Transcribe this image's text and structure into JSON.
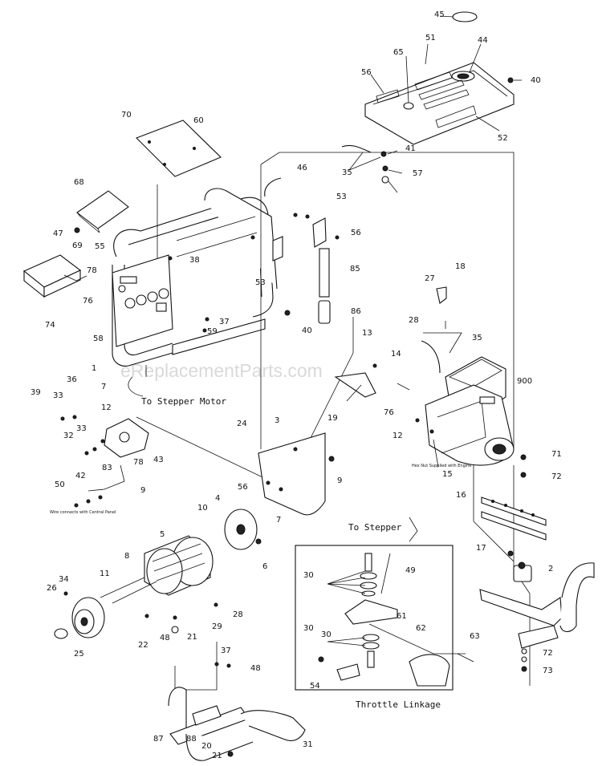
{
  "watermark": "eReplacementParts.com",
  "notes": {
    "to_stepper_motor": "To Stepper Motor",
    "wire_connects": "Wire connects with Central Panel",
    "hex_nut": "Hex Nut Supplied with Engine",
    "to_stepper": "To Stepper",
    "throttle_linkage": "Throttle Linkage"
  },
  "callouts": [
    "45",
    "51",
    "44",
    "65",
    "56",
    "40",
    "70",
    "60",
    "41",
    "57",
    "35",
    "52",
    "46",
    "53",
    "68",
    "47",
    "55",
    "38",
    "56",
    "69",
    "78",
    "76",
    "74",
    "85",
    "53",
    "86",
    "40",
    "58",
    "59",
    "37",
    "1",
    "27",
    "18",
    "28",
    "35",
    "13",
    "14",
    "7",
    "900",
    "39",
    "33",
    "36",
    "12",
    "43",
    "78",
    "32",
    "33",
    "83",
    "42",
    "50",
    "24",
    "3",
    "56",
    "9",
    "76",
    "19",
    "12",
    "15",
    "71",
    "72",
    "9",
    "10",
    "4",
    "7",
    "16",
    "5",
    "6",
    "8",
    "2",
    "17",
    "11",
    "34",
    "26",
    "25",
    "30",
    "49",
    "61",
    "29",
    "28",
    "22",
    "48",
    "21",
    "30",
    "30",
    "62",
    "63",
    "37",
    "48",
    "54",
    "87",
    "88",
    "20",
    "21",
    "31",
    "72",
    "73"
  ]
}
